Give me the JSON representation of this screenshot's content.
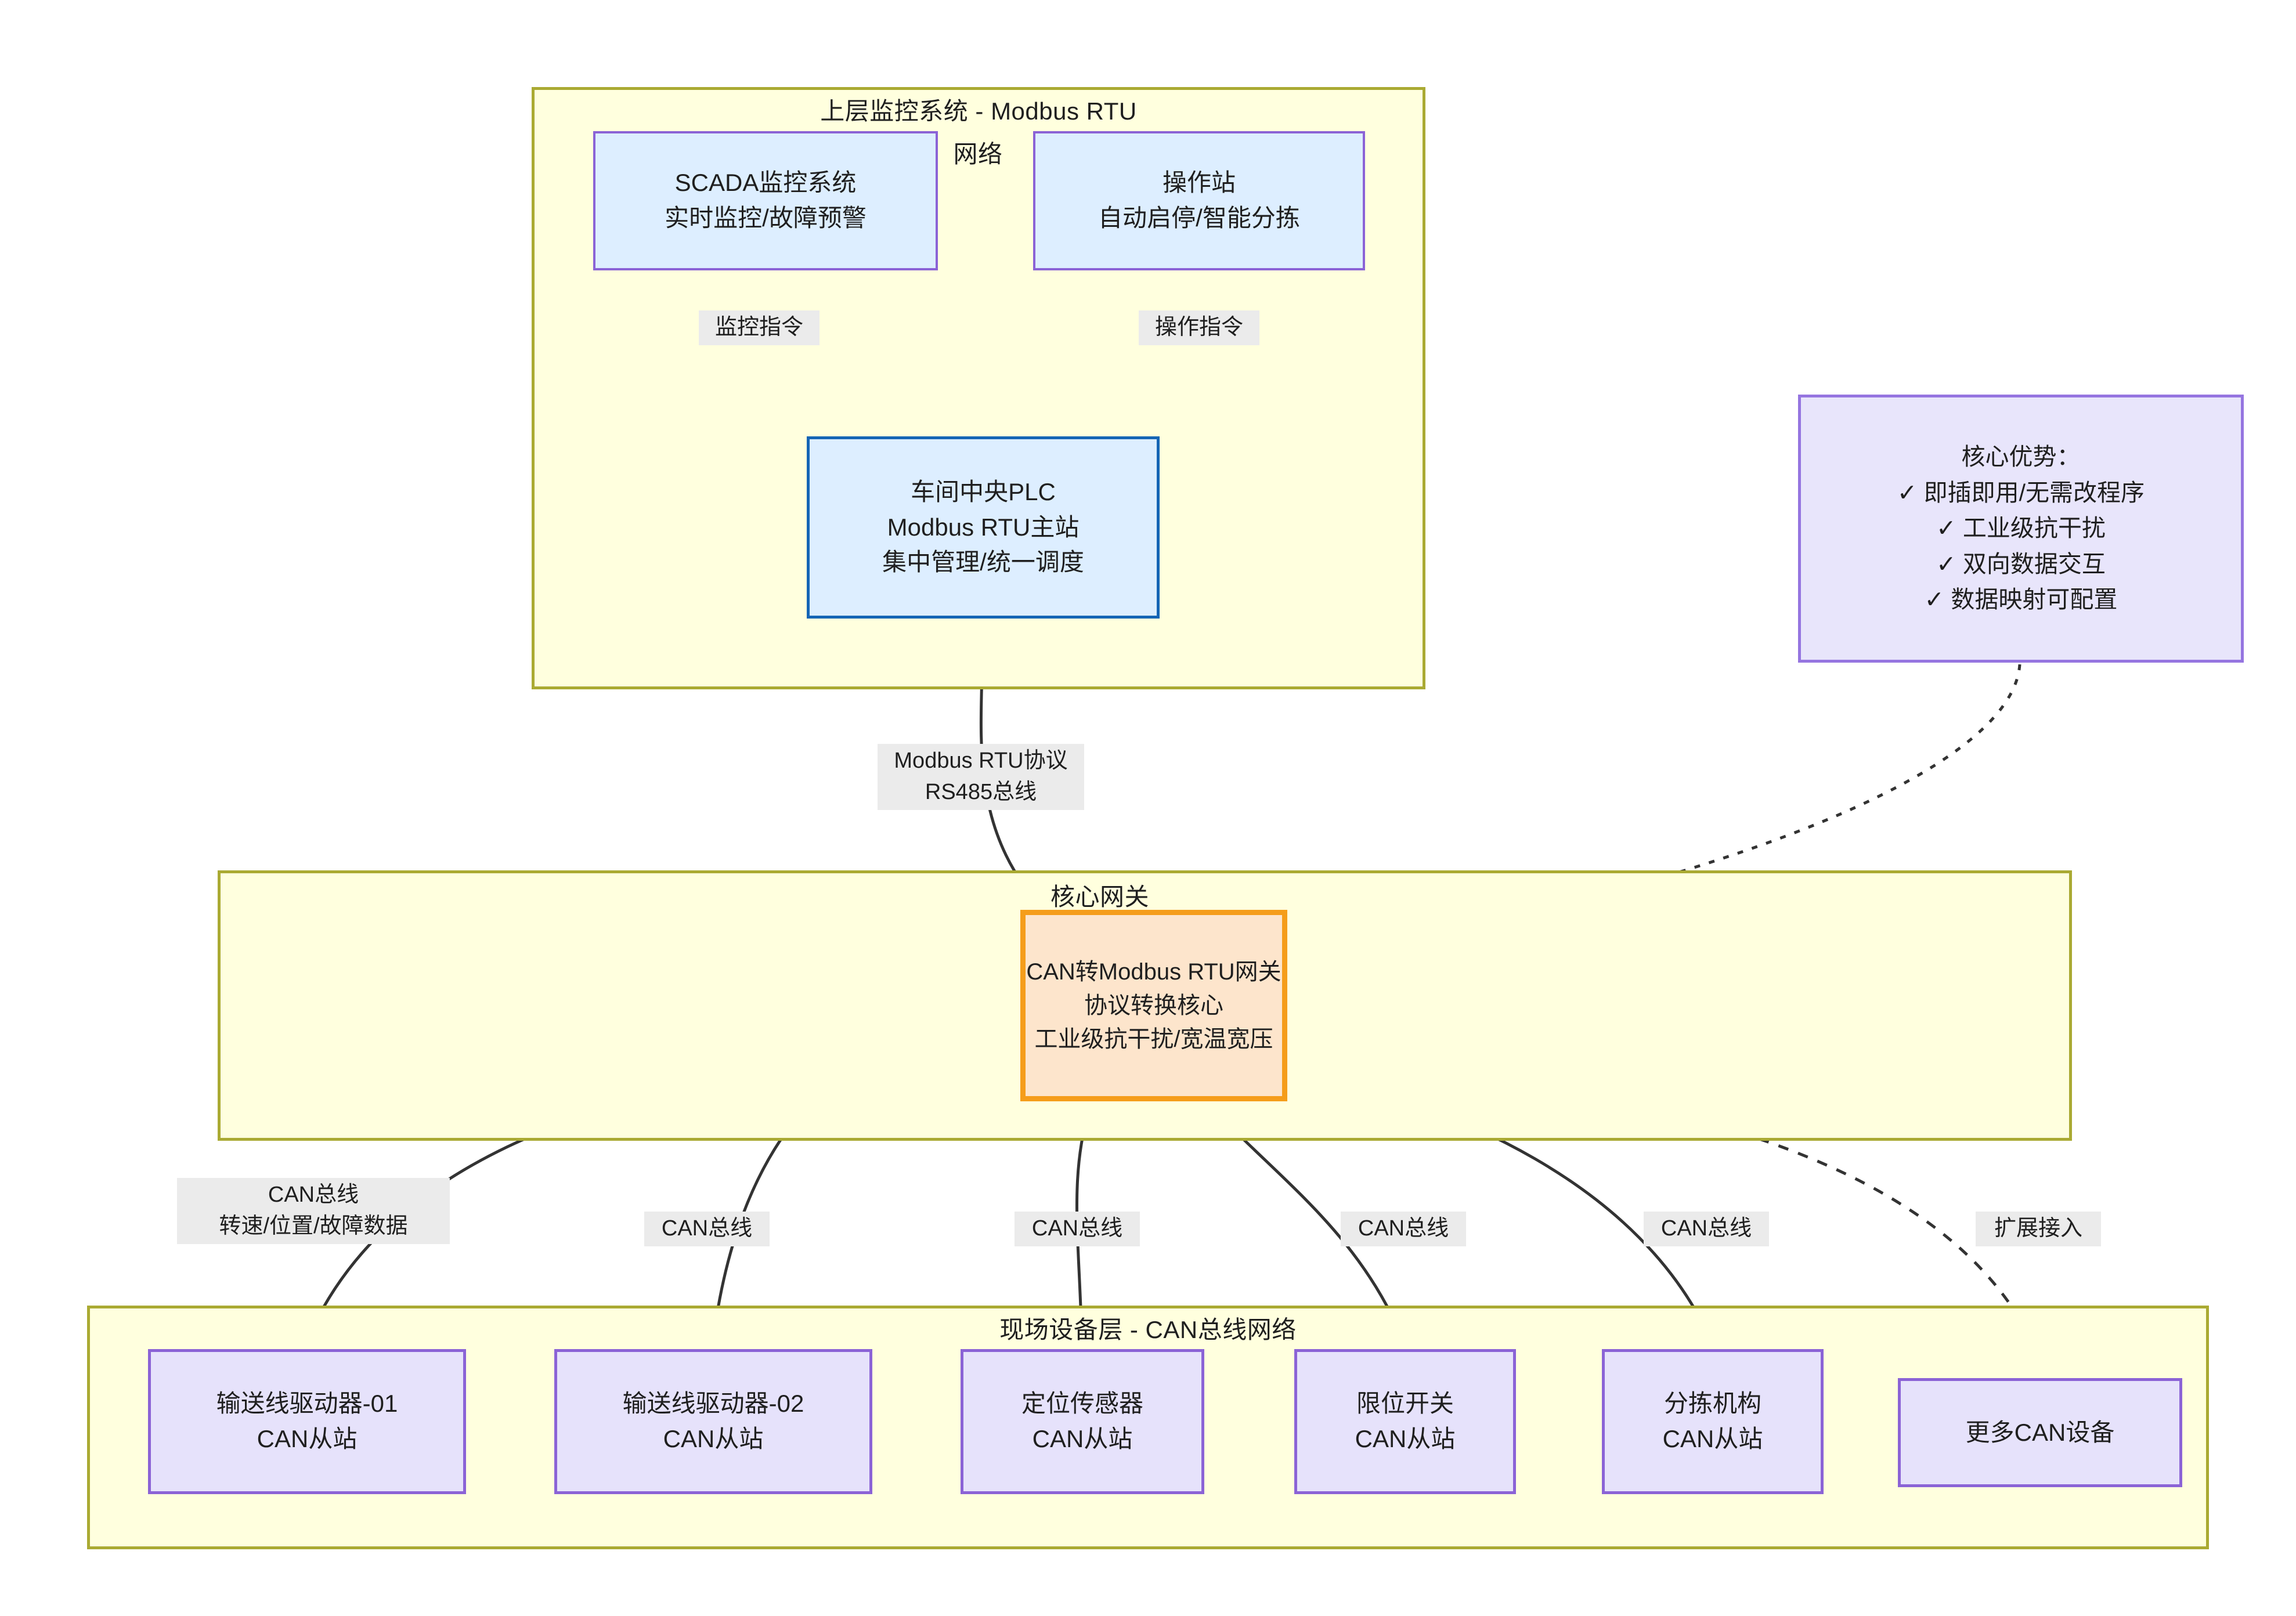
{
  "diagram": {
    "title_hidden": "",
    "clusters": [
      {
        "id": "upper",
        "title": "上层监控系统 - Modbus RTU 网络"
      },
      {
        "id": "gateway",
        "title": "核心网关"
      },
      {
        "id": "field",
        "title": "现场设备层 - CAN总线网络"
      }
    ],
    "cluster_titles": {
      "upper_line1": "上层监控系统 - Modbus RTU",
      "upper_line2": "网络",
      "gateway": "核心网关",
      "field": "现场设备层 - CAN总线网络"
    },
    "nodes": {
      "scada": {
        "line1": "SCADA监控系统",
        "line2": "实时监控/故障预警"
      },
      "opstation": {
        "line1": "操作站",
        "line2": "自动启停/智能分拣"
      },
      "plc": {
        "line1": "车间中央PLC",
        "line2": "Modbus RTU主站",
        "line3": "集中管理/统一调度"
      },
      "gateway": {
        "line1": "CAN转Modbus RTU网关",
        "line2": "协议转换核心",
        "line3": "工业级抗干扰/宽温宽压"
      },
      "drive01": {
        "line1": "输送线驱动器-01",
        "line2": "CAN从站"
      },
      "drive02": {
        "line1": "输送线驱动器-02",
        "line2": "CAN从站"
      },
      "sensor": {
        "line1": "定位传感器",
        "line2": "CAN从站"
      },
      "limit": {
        "line1": "限位开关",
        "line2": "CAN从站"
      },
      "sorter": {
        "line1": "分拣机构",
        "line2": "CAN从站"
      },
      "more": {
        "line1": "更多CAN设备"
      }
    },
    "advantages": {
      "heading": "核心优势：",
      "items": [
        "✓ 即插即用/无需改程序",
        "✓ 工业级抗干扰",
        "✓ 双向数据交互",
        "✓ 数据映射可配置"
      ]
    },
    "edge_labels": {
      "scada_to_plc": "监控指令",
      "op_to_plc": "操作指令",
      "plc_to_gw_l1": "Modbus RTU协议",
      "plc_to_gw_l2": "RS485总线",
      "gw_drive01_l1": "CAN总线",
      "gw_drive01_l2": "转速/位置/故障数据",
      "gw_drive02": "CAN总线",
      "gw_sensor": "CAN总线",
      "gw_limit": "CAN总线",
      "gw_sorter": "CAN总线",
      "gw_more": "扩展接入"
    },
    "colors": {
      "cluster_fill": "#ffffde",
      "cluster_stroke": "#aaaa33",
      "node_blue_fill": "#ddeeff",
      "node_purple_stroke": "#8b63d6",
      "node_purple_fill": "#e6e2fb",
      "gateway_fill": "#fde5cc",
      "gateway_stroke": "#f59d1b",
      "plc_stroke": "#1565b5",
      "advantage_fill": "#e8e5fb",
      "advantage_stroke": "#9575e0",
      "edge_label_bg": "#ebebeb",
      "edge_stroke": "#333333",
      "text": "#1f1f1f"
    }
  }
}
